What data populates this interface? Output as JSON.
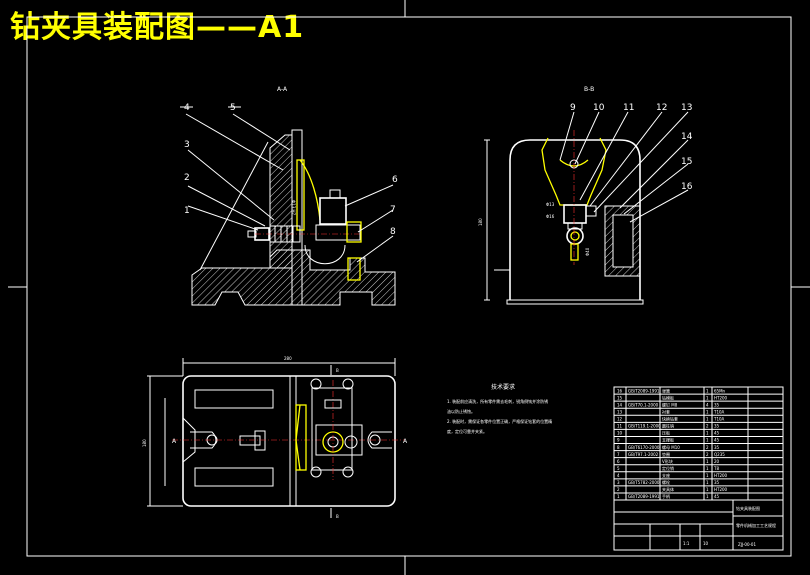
{
  "title": "钻夹具装配图——A1",
  "views": {
    "section_a": "A-A",
    "section_b": "B-B"
  },
  "balloons_left": [
    "1",
    "2",
    "3",
    "4",
    "5",
    "6",
    "7",
    "8"
  ],
  "balloons_right": [
    "9",
    "10",
    "11",
    "12",
    "13",
    "14",
    "15",
    "16"
  ],
  "dimensions": {
    "top_width": "280",
    "left_height": "180",
    "right_height": "180",
    "phi_a": "Φ13",
    "phi_b": "Φ16",
    "phi_c": "Φ40"
  },
  "section_markers": {
    "a_left": "A",
    "a_right": "A",
    "b_top": "B",
    "b_bottom": "B"
  },
  "tech_req": {
    "heading": "技术要求",
    "lines": [
      "1. 装配前应清洗，所有零件需去毛刺，锐角倒钝并涂防锈",
      "油以防止锈蚀。",
      "2. 装配时，需保证各零件位置正确，严格保证钻套的位置精",
      "度，定位可靠并夹紧。"
    ]
  },
  "bom_rows": [
    {
      "no": "16",
      "code": "GB/T2089-1991",
      "name": "弹簧",
      "qty": "1",
      "mat": "65Mn"
    },
    {
      "no": "15",
      "code": "",
      "name": "钻模板",
      "qty": "1",
      "mat": "HT200"
    },
    {
      "no": "14",
      "code": "GB/T70.1-2000",
      "name": "螺钉 M8",
      "qty": "4",
      "mat": "35"
    },
    {
      "no": "13",
      "code": "",
      "name": "衬套",
      "qty": "1",
      "mat": "T10A"
    },
    {
      "no": "12",
      "code": "",
      "name": "快换钻套",
      "qty": "1",
      "mat": "T10A"
    },
    {
      "no": "11",
      "code": "GB/T119.1-2000",
      "name": "圆柱销",
      "qty": "2",
      "mat": "35"
    },
    {
      "no": "10",
      "code": "",
      "name": "压板",
      "qty": "1",
      "mat": "45"
    },
    {
      "no": "9",
      "code": "",
      "name": "支撑板",
      "qty": "1",
      "mat": "45"
    },
    {
      "no": "8",
      "code": "GB/T6170-2000",
      "name": "螺母 M10",
      "qty": "2",
      "mat": "35"
    },
    {
      "no": "7",
      "code": "GB/T97.1-2002",
      "name": "垫圈",
      "qty": "2",
      "mat": "Q235"
    },
    {
      "no": "6",
      "code": "",
      "name": "V形块",
      "qty": "1",
      "mat": "20"
    },
    {
      "no": "5",
      "code": "",
      "name": "定位销",
      "qty": "1",
      "mat": "T8"
    },
    {
      "no": "4",
      "code": "",
      "name": "支座",
      "qty": "1",
      "mat": "HT200"
    },
    {
      "no": "3",
      "code": "GB/T5782-2000",
      "name": "螺栓",
      "qty": "1",
      "mat": "35"
    },
    {
      "no": "2",
      "code": "",
      "name": "夹具体",
      "qty": "1",
      "mat": "HT200"
    },
    {
      "no": "1",
      "code": "GB/T2089-1991",
      "name": "手柄",
      "qty": "1",
      "mat": "45"
    }
  ],
  "title_block": {
    "drawing_name": "钻夹具装配图",
    "part_name": "零件机械加工工艺规程",
    "scale": "1:1",
    "sheet": "10",
    "code": "ZJJ-00-01"
  }
}
